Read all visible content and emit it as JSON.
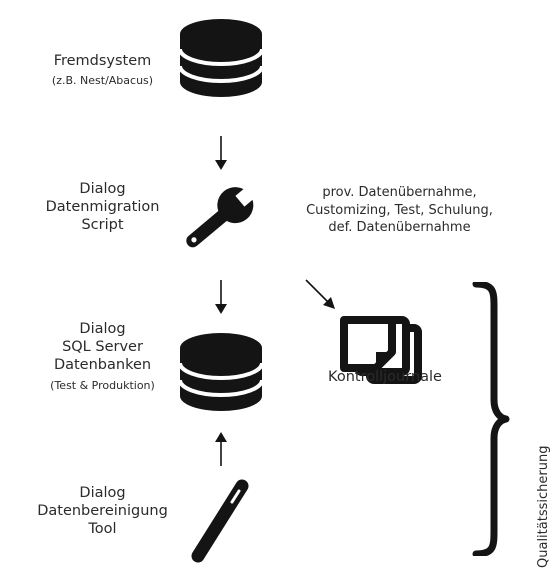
{
  "steps": [
    {
      "title": "Fremdsystem",
      "subtitle": "(z.B. Nest/Abacus)",
      "icon": "database-icon"
    },
    {
      "title_lines": [
        "Dialog",
        "Datenmigration",
        "Script"
      ],
      "icon": "wrench-icon"
    },
    {
      "title_lines": [
        "Dialog",
        "SQL Server",
        "Datenbanken"
      ],
      "subtitle": "(Test & Produktion)",
      "icon": "database-icon"
    },
    {
      "title_lines": [
        "Dialog",
        "Datenbereinigung",
        "Tool"
      ],
      "icon": "pen-icon"
    }
  ],
  "migration_note": [
    "prov. Datenübernahme,",
    "Customizing, Test, Schulung,",
    "def. Datenübernahme"
  ],
  "journals": {
    "label": "Kontrolljournale",
    "icon": "documents-icon"
  },
  "qa": {
    "label": "Qualitätssicherung",
    "icon": "brace-icon"
  },
  "colors": {
    "icon": "#141414",
    "text": "#2b2b2b"
  }
}
